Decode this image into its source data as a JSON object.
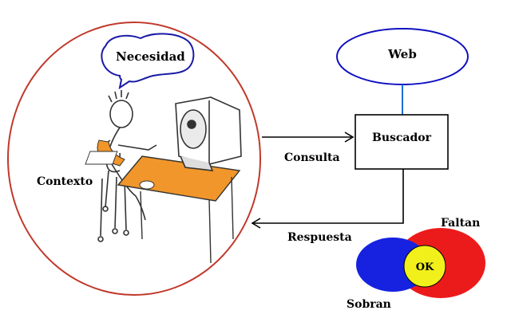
{
  "labels": {
    "necesidad": "Necesidad",
    "contexto": "Contexto",
    "web": "Web",
    "buscador": "Buscador",
    "consulta": "Consulta",
    "respuesta": "Respuesta",
    "faltan": "Faltan",
    "sobran": "Sobran",
    "ok": "OK"
  },
  "colors": {
    "context_ellipse": "#c0392b",
    "thought_cloud": "#1a1aa8",
    "web_ellipse": "#1010c0",
    "web_link": "#1b6fd6",
    "desk": "#f0962a",
    "sobran_fill": "#1622e0",
    "faltan_fill": "#ec1b1b",
    "ok_fill": "#f2f01a",
    "arrows": "#000000"
  }
}
